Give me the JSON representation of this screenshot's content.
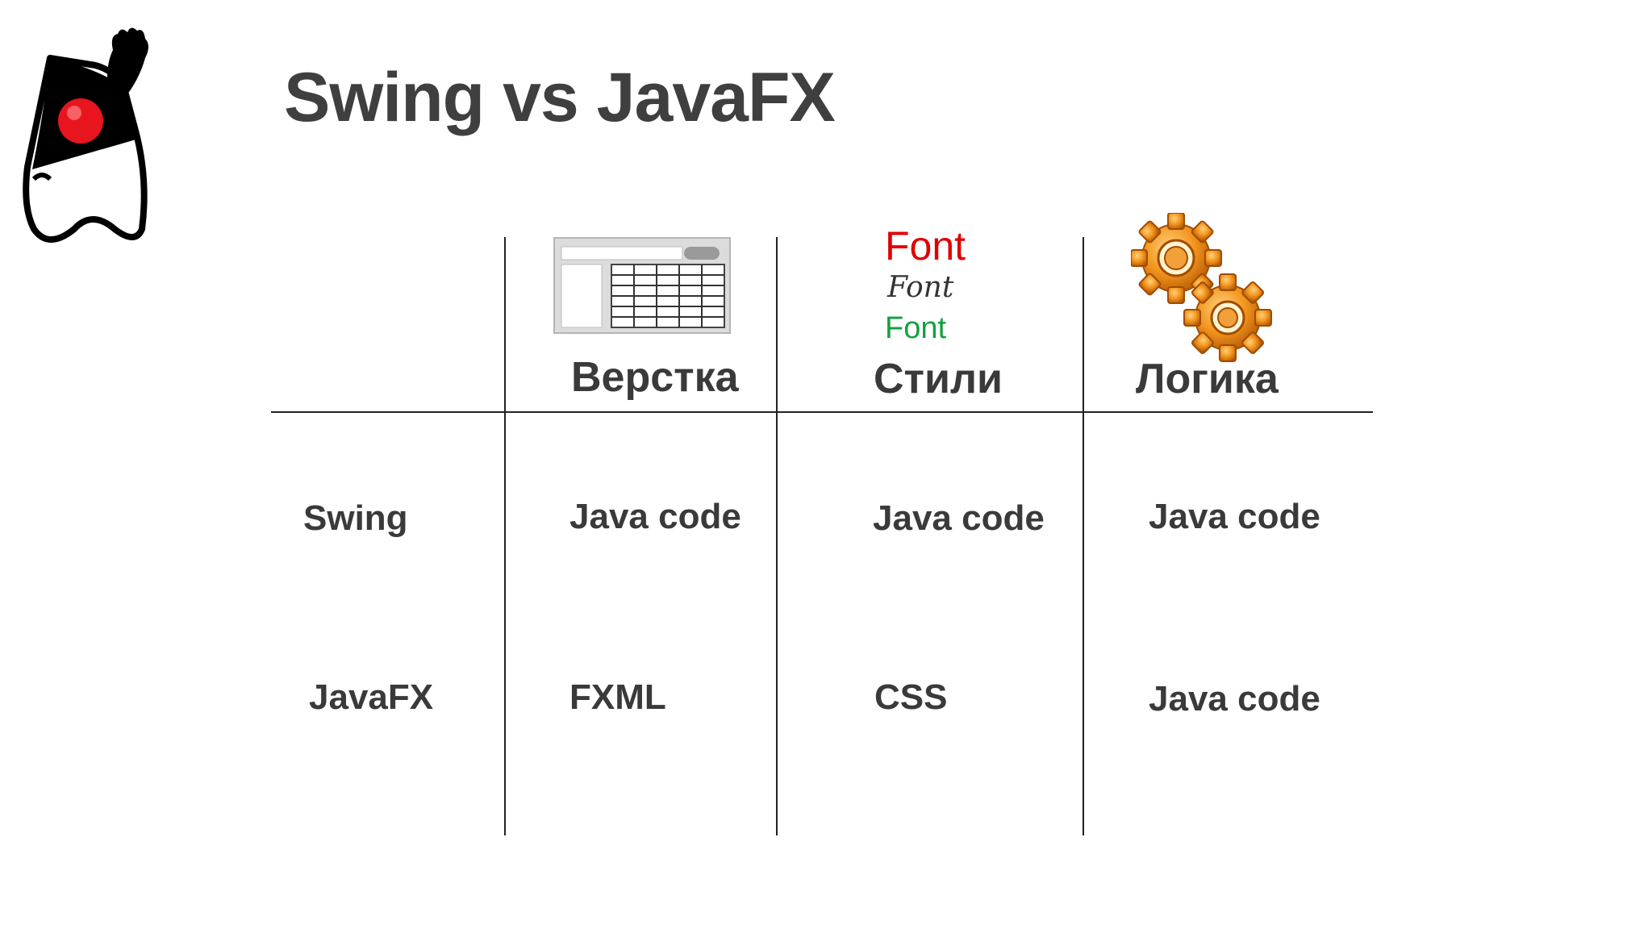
{
  "slide": {
    "title": "Swing vs JavaFX"
  },
  "logo": {
    "icon": "duke-mascot-icon"
  },
  "table": {
    "columns": [
      {
        "label": "Верстка",
        "icon": "layout-grid-icon"
      },
      {
        "label": "Стили",
        "icon": "font-styles-icon",
        "font_samples": [
          "Font",
          "Font",
          "Font"
        ],
        "font_sample_colors": [
          "#e00000",
          "#333333",
          "#14a040"
        ]
      },
      {
        "label": "Логика",
        "icon": "gears-icon"
      }
    ],
    "rows": [
      {
        "label": "Swing",
        "cells": [
          "Java code",
          "Java code",
          "Java code"
        ]
      },
      {
        "label": "JavaFX",
        "cells": [
          "FXML",
          "CSS",
          "Java code"
        ]
      }
    ]
  }
}
